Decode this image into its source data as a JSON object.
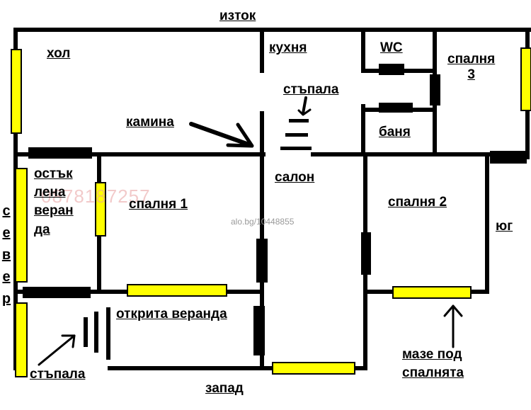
{
  "compass": {
    "east": "изток",
    "west": "запад",
    "south": "юг",
    "north_letters": [
      "с",
      "е",
      "в",
      "е",
      "р"
    ]
  },
  "rooms": {
    "hall": "хол",
    "kitchen": "кухня",
    "wc": "WC",
    "bedroom3_line1": "спалня",
    "bedroom3_line2": "3",
    "stairs_top": "стъпала",
    "fireplace": "камина",
    "bathroom": "баня",
    "glazed_veranda": [
      "остък",
      "лена",
      "веран",
      "да"
    ],
    "bedroom1": "спалня 1",
    "living": "салон",
    "bedroom2": "спалня 2",
    "open_veranda": "открита веранда",
    "stairs_bottom": "стъпала",
    "basement_line1": "мазе под",
    "basement_line2": "спалнята"
  },
  "watermarks": {
    "phone": "0878187257",
    "listing": "alo.bg/10448855"
  },
  "colors": {
    "wall": "#000000",
    "window": "#ffff00",
    "watermark": "#e8a0a0"
  }
}
